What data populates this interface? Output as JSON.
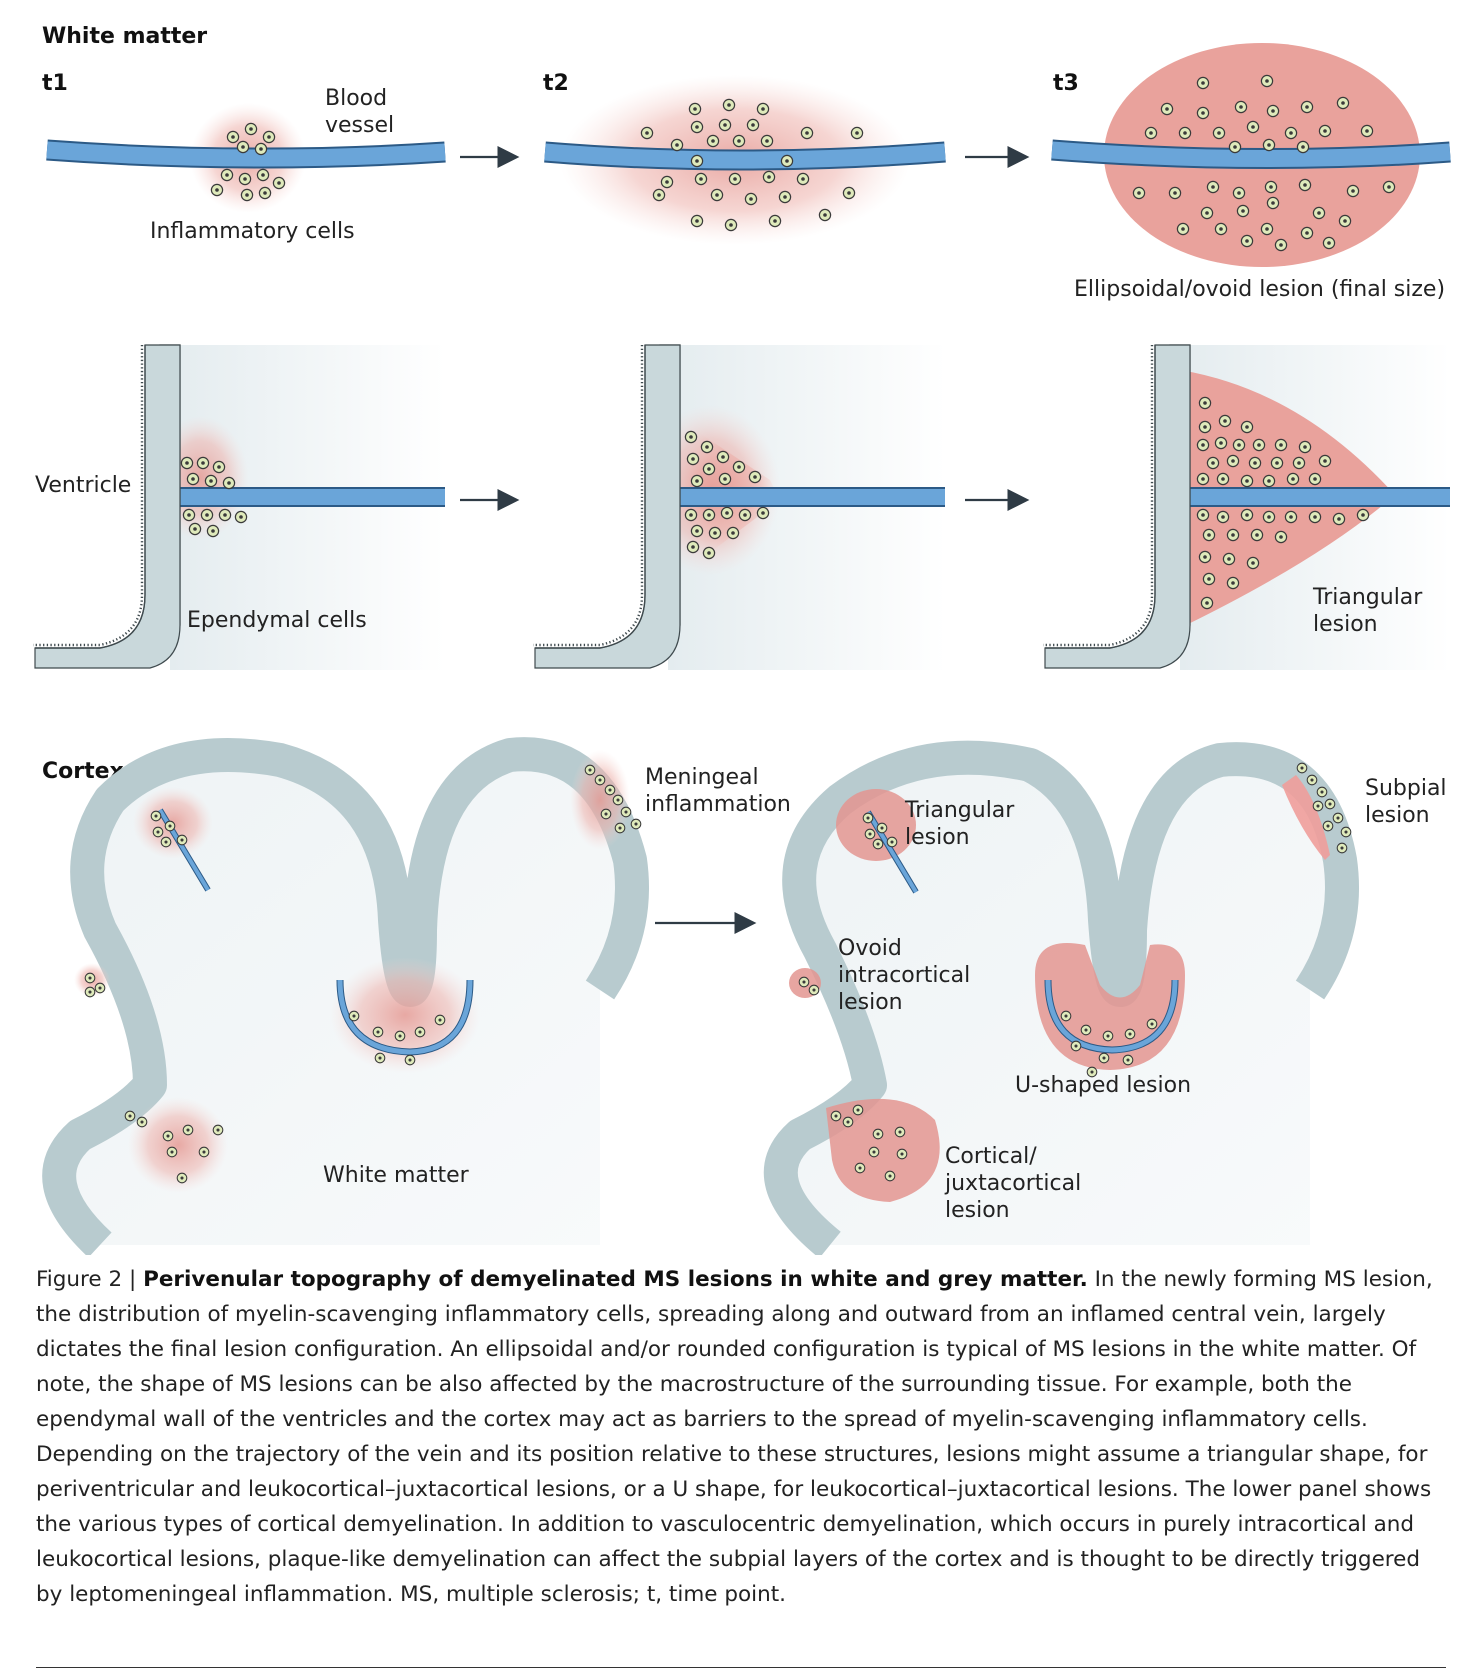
{
  "white_matter": {
    "heading": "White matter",
    "t1": "t1",
    "t2": "t2",
    "t3": "t3",
    "blood_vessel_line1": "Blood",
    "blood_vessel_line2": "vessel",
    "inflammatory_cells": "Inflammatory cells",
    "ovoid_lesion": "Ellipsoidal/ovoid lesion (final size)",
    "ventricle": "Ventricle",
    "ependymal_cells": "Ependymal cells",
    "triangular_lesion_line1": "Triangular",
    "triangular_lesion_line2": "lesion"
  },
  "cortex": {
    "heading": "Cortex",
    "meningeal_line1": "Meningeal",
    "meningeal_line2": "inflammation",
    "white_matter": "White matter",
    "triangular_line1": "Triangular",
    "triangular_line2": "lesion",
    "subpial_line1": "Subpial",
    "subpial_line2": "lesion",
    "ovoid_line1": "Ovoid",
    "ovoid_line2": "intracortical",
    "ovoid_line3": "lesion",
    "u_shaped": "U-shaped lesion",
    "cortical_line1": "Cortical/",
    "cortical_line2": "juxtacortical",
    "cortical_line3": "lesion"
  },
  "caption": {
    "figure_label": "Figure 2 | ",
    "title": "Perivenular topography of demyelinated MS lesions in white and grey matter.",
    "body": " In the newly forming MS lesion, the distribution of myelin-scavenging inflammatory cells, spreading along and outward from an inflamed central vein, largely dictates the final lesion configuration. An ellipsoidal and/or rounded configuration is typical of MS lesions in the white matter. Of note, the shape of MS lesions can be also affected by the macrostructure of the surrounding tissue. For example, both the ependymal wall of the ventricles and the cortex may act as barriers to the spread of myelin-scavenging inflammatory cells. Depending on the trajectory of the vein and its position relative to these structures, lesions might assume a triangular shape, for periventricular and leukocortical–juxtacortical lesions, or a U shape, for leukocortical–juxtacortical lesions. The lower panel shows the various types of cortical demyelination. In addition to vasculocentric demyelination, which occurs in purely intracortical and leukocortical lesions, plaque-like demyelination can affect the subpial layers of the cortex and is thought to be directly triggered by leptomeningeal inflammation. MS, multiple sclerosis; t, time point."
  },
  "colors": {
    "vessel": "#5b9bd5",
    "lesion": "#e8a09a",
    "cortex": "#b8cbcf",
    "cell": "#d9e8b0"
  }
}
